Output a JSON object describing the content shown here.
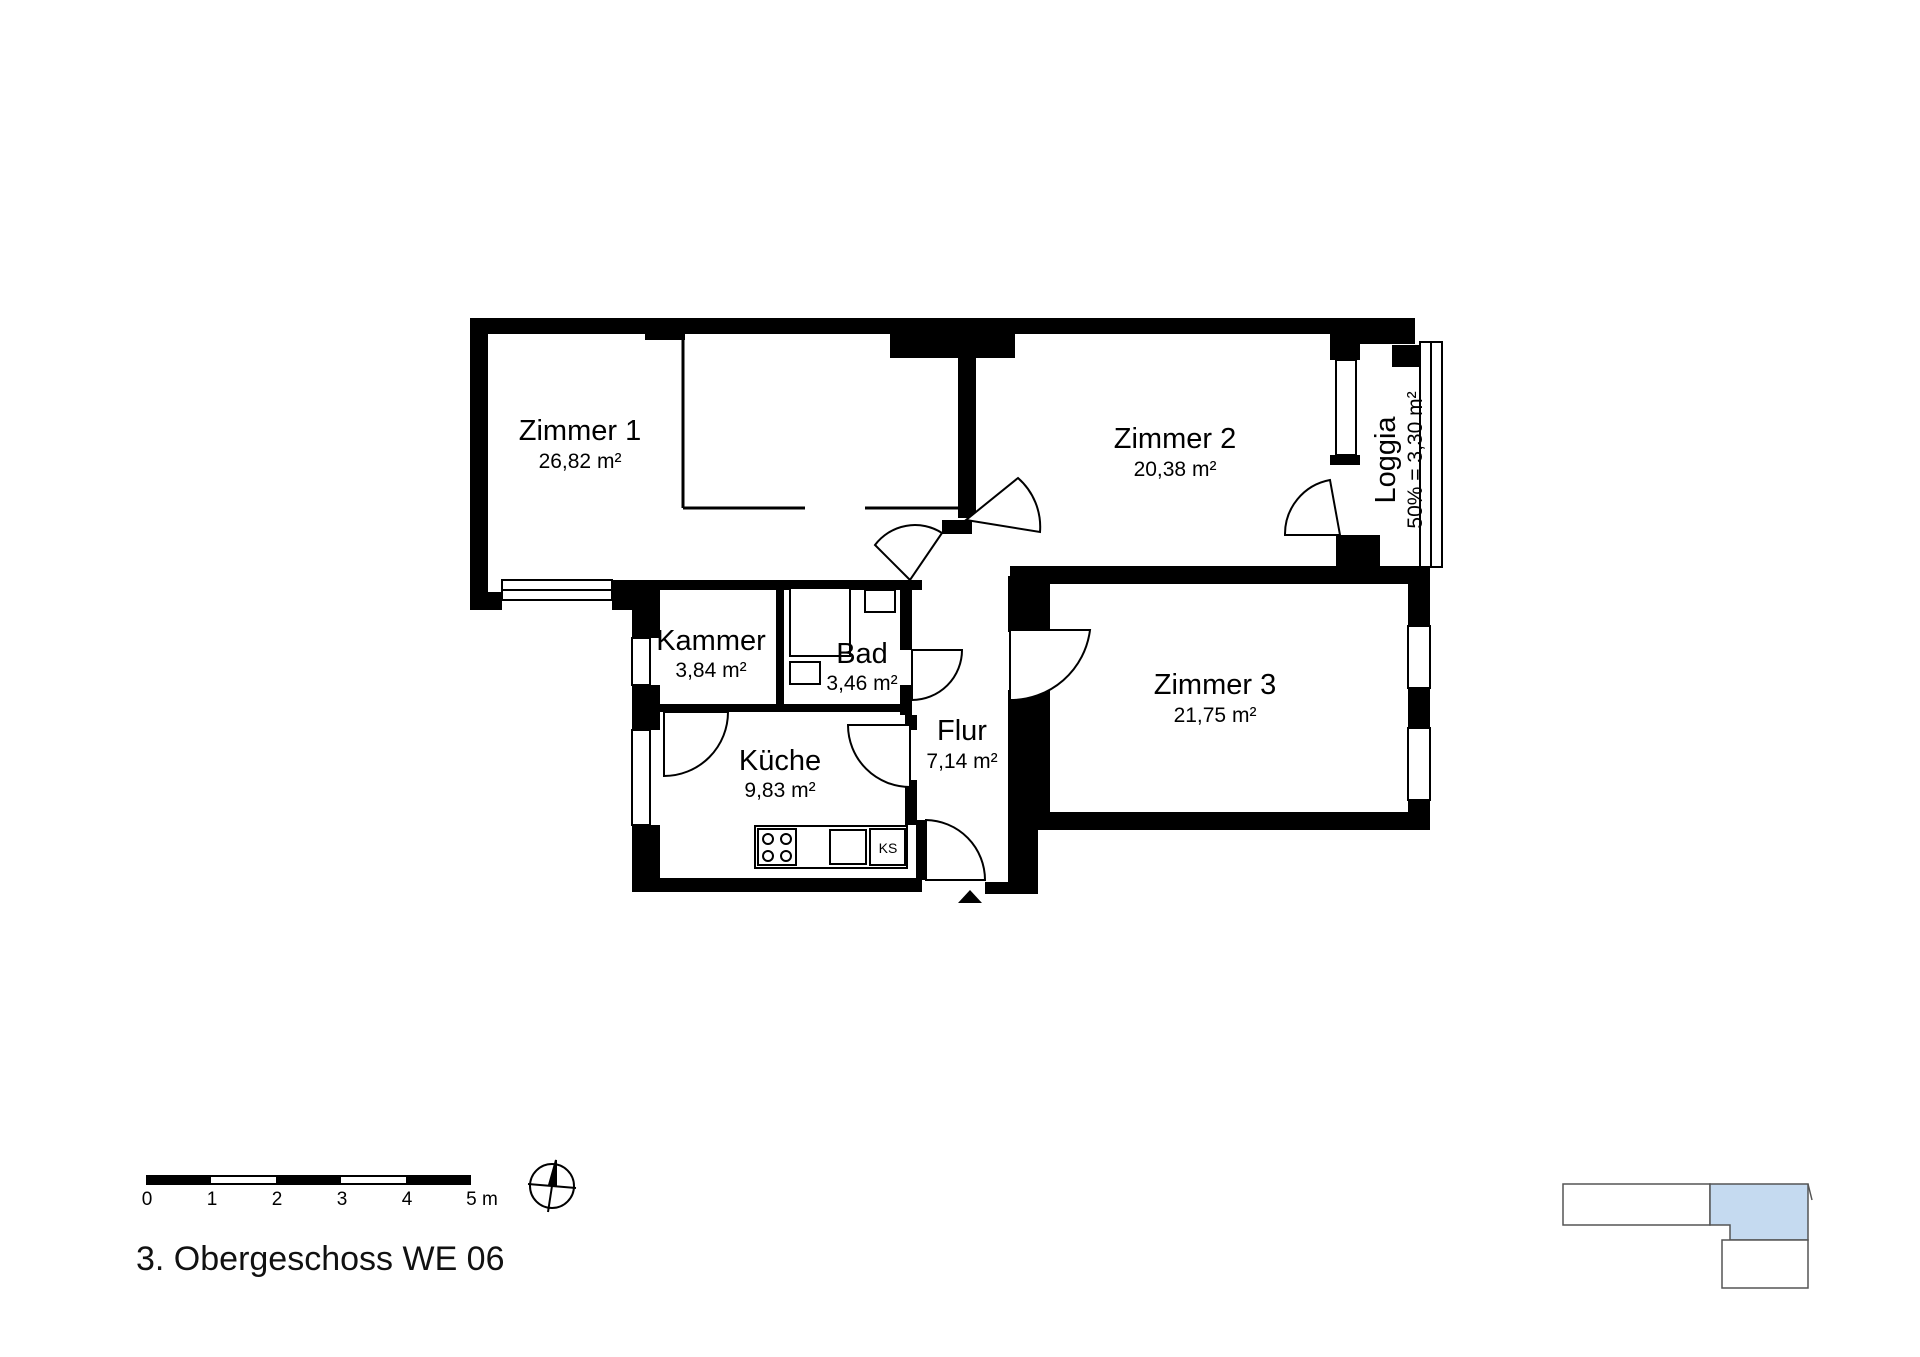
{
  "rooms": {
    "zimmer1": {
      "name": "Zimmer 1",
      "area": "26,82 m²"
    },
    "zimmer2": {
      "name": "Zimmer 2",
      "area": "20,38 m²"
    },
    "zimmer3": {
      "name": "Zimmer 3",
      "area": "21,75 m²"
    },
    "loggia": {
      "name": "Loggia",
      "area": "50% = 3,30 m²"
    },
    "kammer": {
      "name": "Kammer",
      "area": "3,84 m²"
    },
    "bad": {
      "name": "Bad",
      "area": "3,46 m²"
    },
    "flur": {
      "name": "Flur",
      "area": "7,14 m²"
    },
    "kueche": {
      "name": "Küche",
      "area": "9,83 m²"
    }
  },
  "fixtures": {
    "fridge_label": "KS"
  },
  "scale_bar": {
    "ticks": [
      "0",
      "1",
      "2",
      "3",
      "4",
      "5 m"
    ]
  },
  "floor_title": "3. Obergeschoss WE 06",
  "colors": {
    "wall": "#000000",
    "highlight": "#c5daf0",
    "outline": "#555555"
  },
  "icons": {
    "compass": "north-arrow-icon",
    "entrance": "entrance-arrow-icon"
  }
}
